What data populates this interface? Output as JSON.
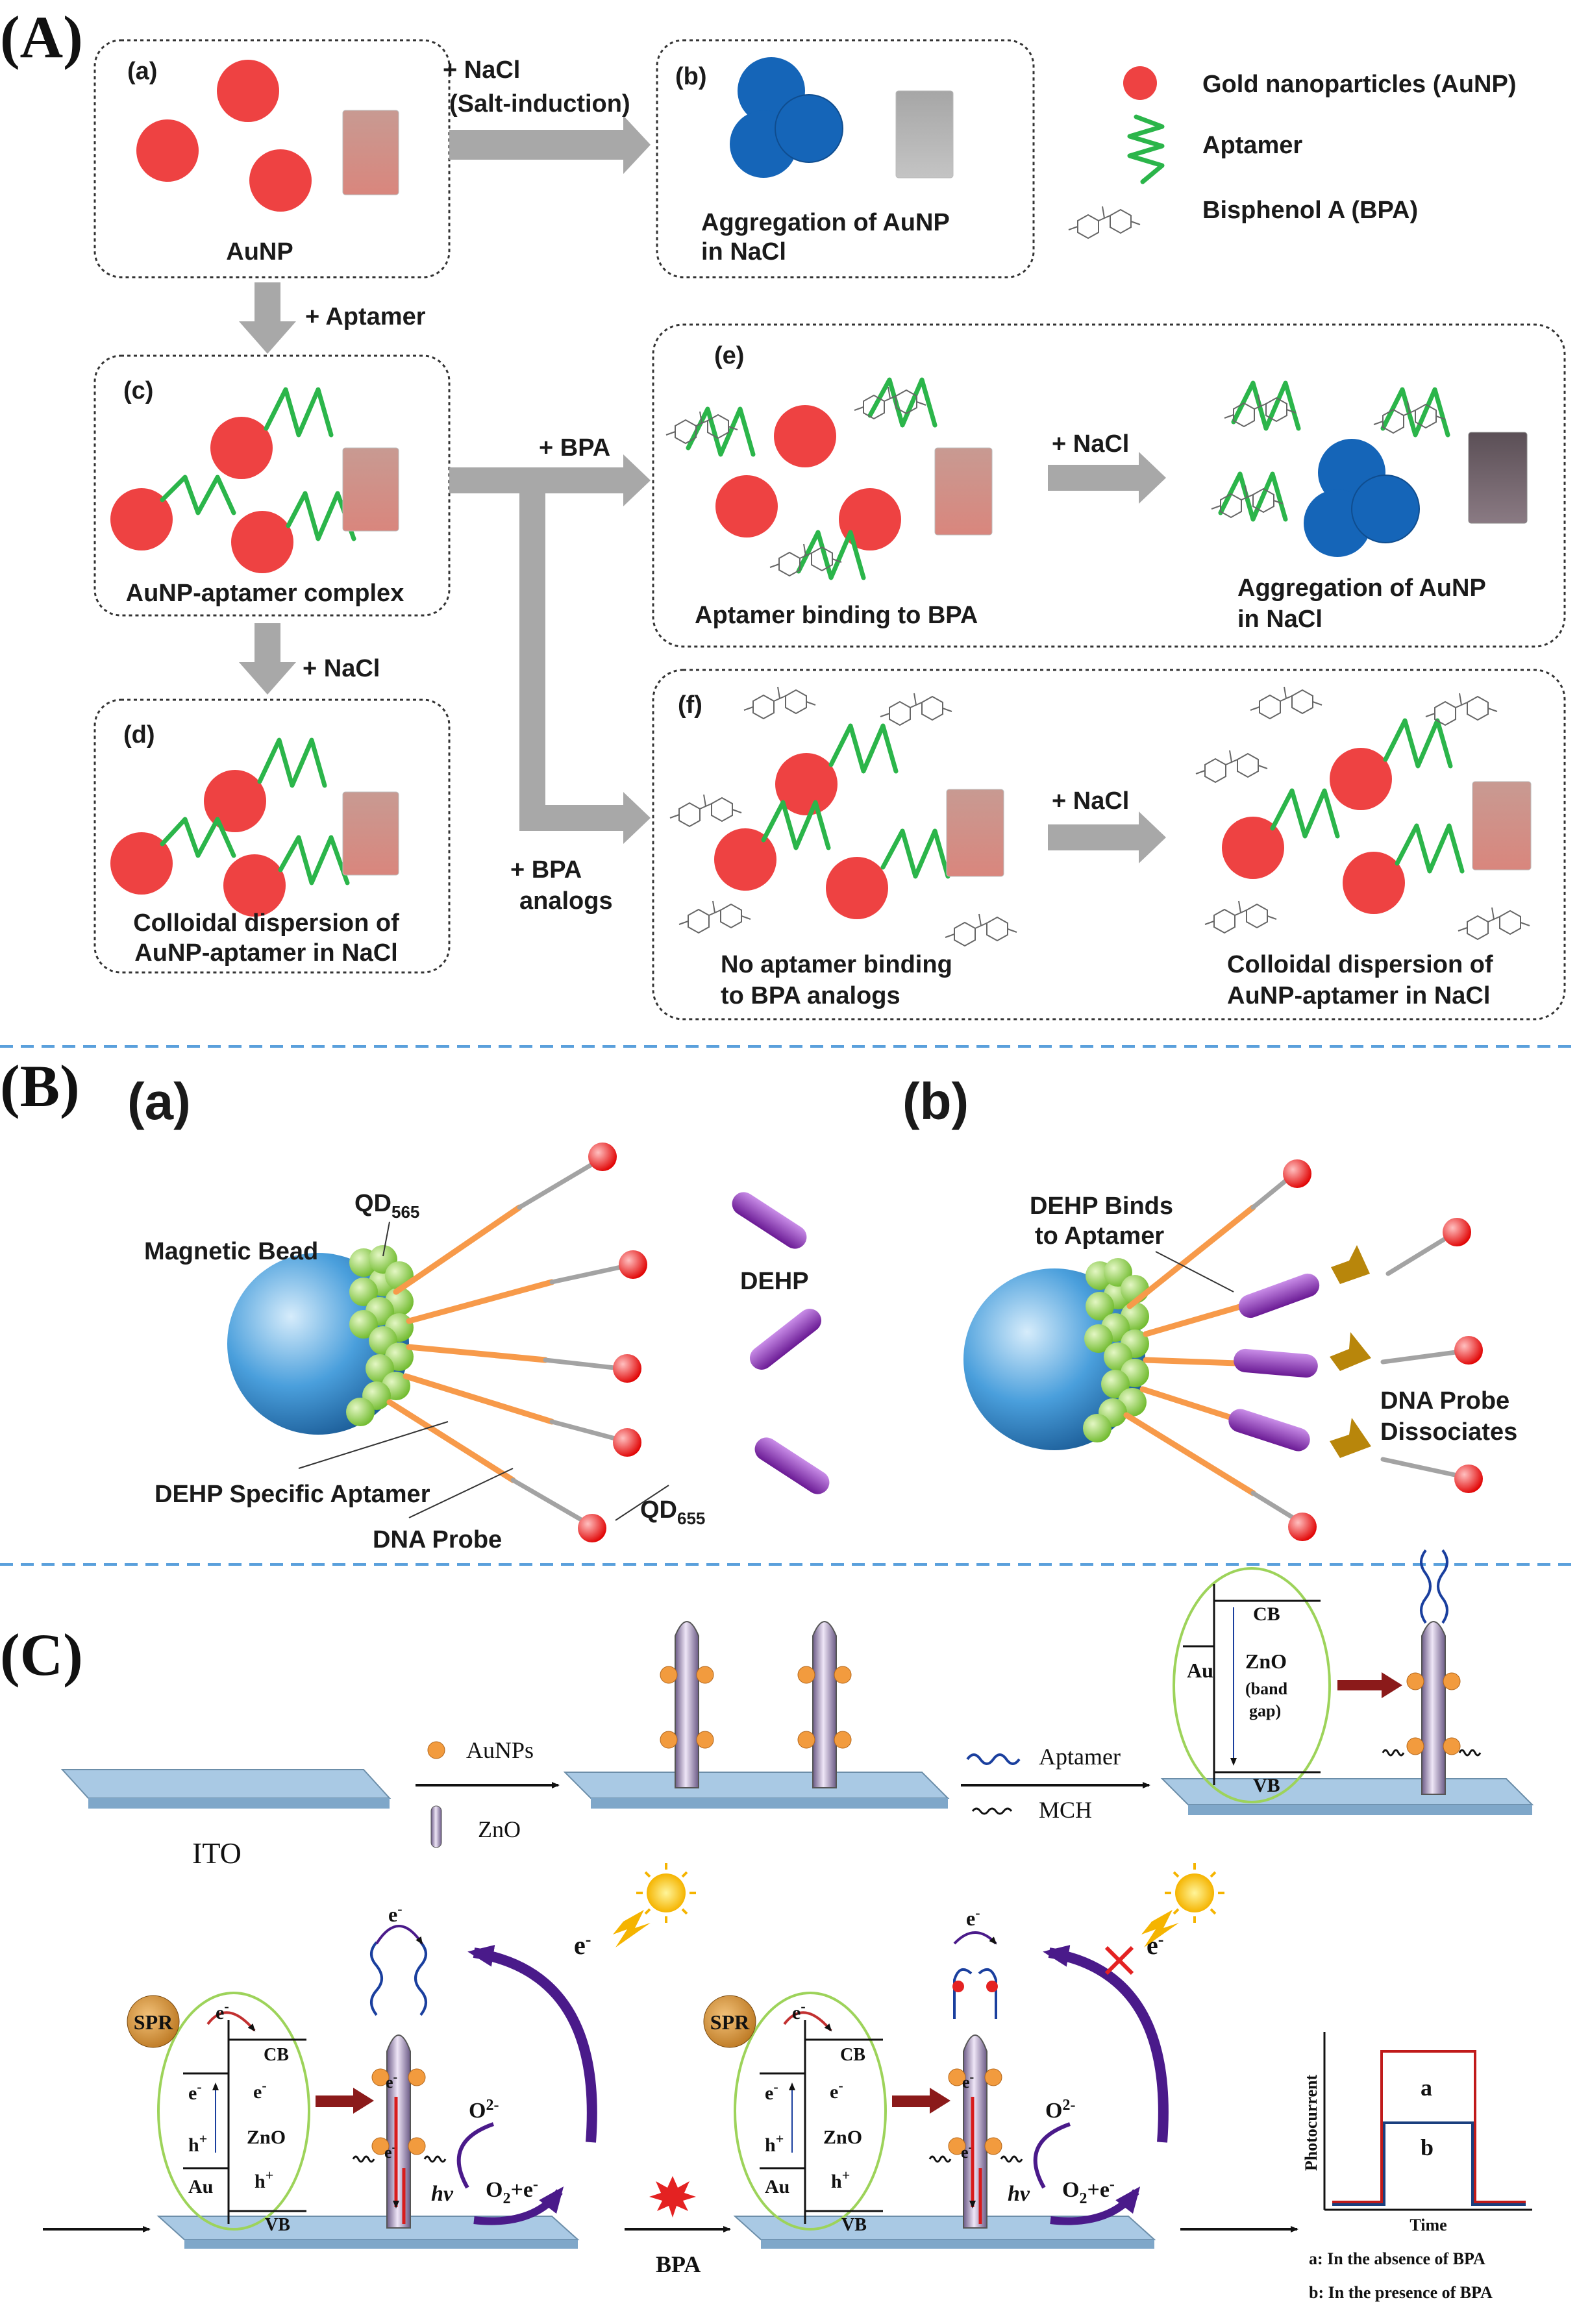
{
  "panel_letters": {
    "A": "(A)",
    "B": "(B)",
    "C": "(C)"
  },
  "colors": {
    "gold_np": "#ee4242",
    "aggregate": "#1565b8",
    "aptamer": "#2bb54a",
    "arrow": "#a8a8a8",
    "divider": "#5aa0dc",
    "bead": "#4a9fdc",
    "qd565": "#8fd24a",
    "dehp": "#8a2db6"
  },
  "panel_A": {
    "a": {
      "tag": "(a)",
      "caption": "AuNP"
    },
    "b": {
      "tag": "(b)",
      "caption1": "Aggregation of AuNP",
      "caption2": "in NaCl"
    },
    "c": {
      "tag": "(c)",
      "caption": "AuNP-aptamer complex"
    },
    "d": {
      "tag": "(d)",
      "caption1": "Colloidal dispersion of",
      "caption2": "AuNP-aptamer in NaCl"
    },
    "e": {
      "tag": "(e)",
      "caption_left": "Aptamer binding to BPA",
      "caption_right1": "Aggregation of AuNP",
      "caption_right2": "in NaCl",
      "arrow_label": "+ NaCl"
    },
    "f": {
      "tag": "(f)",
      "caption_left1": "No aptamer  binding",
      "caption_left2": "to BPA analogs",
      "caption_right1": "Colloidal dispersion of",
      "caption_right2": "AuNP-aptamer in NaCl",
      "arrow_label": "+ NaCl"
    },
    "arrows": {
      "nacl_salt1": "+ NaCl",
      "nacl_salt2": "(Salt-induction)",
      "aptamer": "+ Aptamer",
      "nacl_down": "+ NaCl",
      "bpa": "+ BPA",
      "bpa_analogs1": "+ BPA",
      "bpa_analogs2": "analogs"
    },
    "legend": {
      "gold": "Gold nanoparticles (AuNP)",
      "aptamer": "Aptamer",
      "bpa": "Bisphenol A (BPA)"
    }
  },
  "panel_B": {
    "a": {
      "tag": "(a)",
      "qd565": "QD",
      "qd565_sub": "565",
      "magnetic_bead": "Magnetic Bead",
      "dehp": "DEHP",
      "aptamer": "DEHP Specific Aptamer",
      "probe": "DNA Probe",
      "qd655": "QD",
      "qd655_sub": "655"
    },
    "b": {
      "tag": "(b)",
      "binds1": "DEHP Binds",
      "binds2": "to Aptamer",
      "dissoc1": "DNA Probe",
      "dissoc2": "Dissociates"
    }
  },
  "panel_C": {
    "ito": "ITO",
    "legend1": {
      "aunps": "AuNPs",
      "zno": "ZnO"
    },
    "legend2": {
      "aptamer": "Aptamer",
      "mch": "MCH"
    },
    "band": {
      "cb": "CB",
      "vb": "VB",
      "au": "Au",
      "zno": "ZnO",
      "band1": "(band",
      "band2": "gap)",
      "e": "e",
      "h": "h",
      "sup_minus": "-",
      "sup_plus": "+"
    },
    "spr": "SPR",
    "o2_minus": "O",
    "o2_sup": "2-",
    "o2_plus": "O",
    "o2_plus_tail": "+e",
    "hv": "hv",
    "bpa_arrow": "BPA",
    "graph": {
      "ylabel": "Photocurrent",
      "xlabel": "Time",
      "a": "a",
      "b": "b",
      "note_a": "a: In the absence of BPA",
      "note_b": "b: In the presence of BPA"
    }
  }
}
